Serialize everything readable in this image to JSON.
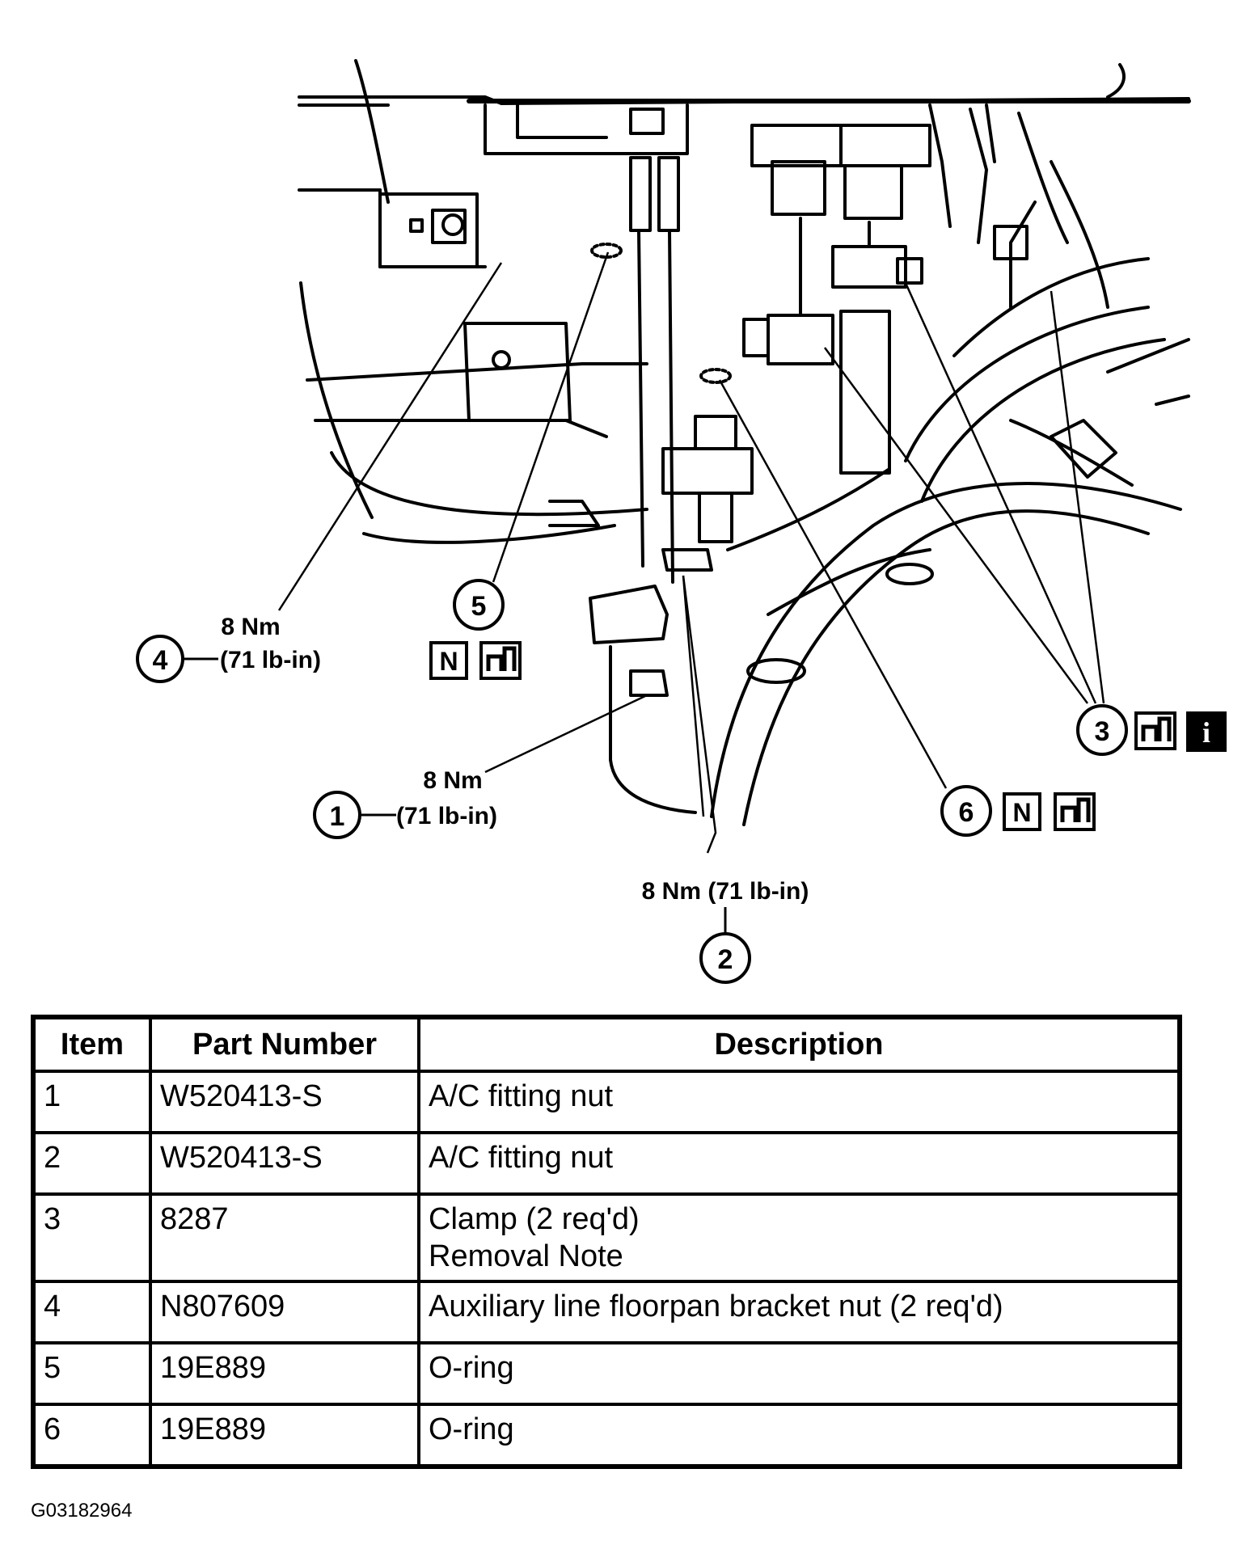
{
  "callouts": {
    "c1": {
      "num": "1",
      "torque_nm": "8 Nm",
      "torque_lbin": "(71 lb-in)"
    },
    "c2": {
      "num": "2",
      "torque": "8 Nm (71 lb-in)"
    },
    "c3": {
      "num": "3",
      "icons": [
        "removal-icon",
        "information-icon"
      ]
    },
    "c4": {
      "num": "4",
      "torque_nm": "8 Nm",
      "torque_lbin": "(71 lb-in)"
    },
    "c5": {
      "num": "5",
      "icons": [
        "new-part-icon",
        "removal-icon"
      ],
      "badge": "N"
    },
    "c6": {
      "num": "6",
      "icons": [
        "new-part-icon",
        "removal-icon"
      ],
      "badge": "N"
    },
    "info_badge": "i"
  },
  "table": {
    "headers": [
      "Item",
      "Part Number",
      "Description"
    ],
    "rows": [
      {
        "item": "1",
        "part": "W520413-S",
        "desc": [
          "A/C fitting nut"
        ]
      },
      {
        "item": "2",
        "part": "W520413-S",
        "desc": [
          "A/C fitting nut"
        ]
      },
      {
        "item": "3",
        "part": "8287",
        "desc": [
          "Clamp (2 req'd)",
          "Removal Note"
        ]
      },
      {
        "item": "4",
        "part": "N807609",
        "desc": [
          "Auxiliary line floorpan bracket nut (2 req'd)"
        ]
      },
      {
        "item": "5",
        "part": "19E889",
        "desc": [
          "O-ring"
        ]
      },
      {
        "item": "6",
        "part": "19E889",
        "desc": [
          "O-ring"
        ]
      }
    ]
  },
  "figure_id": "G03182964"
}
